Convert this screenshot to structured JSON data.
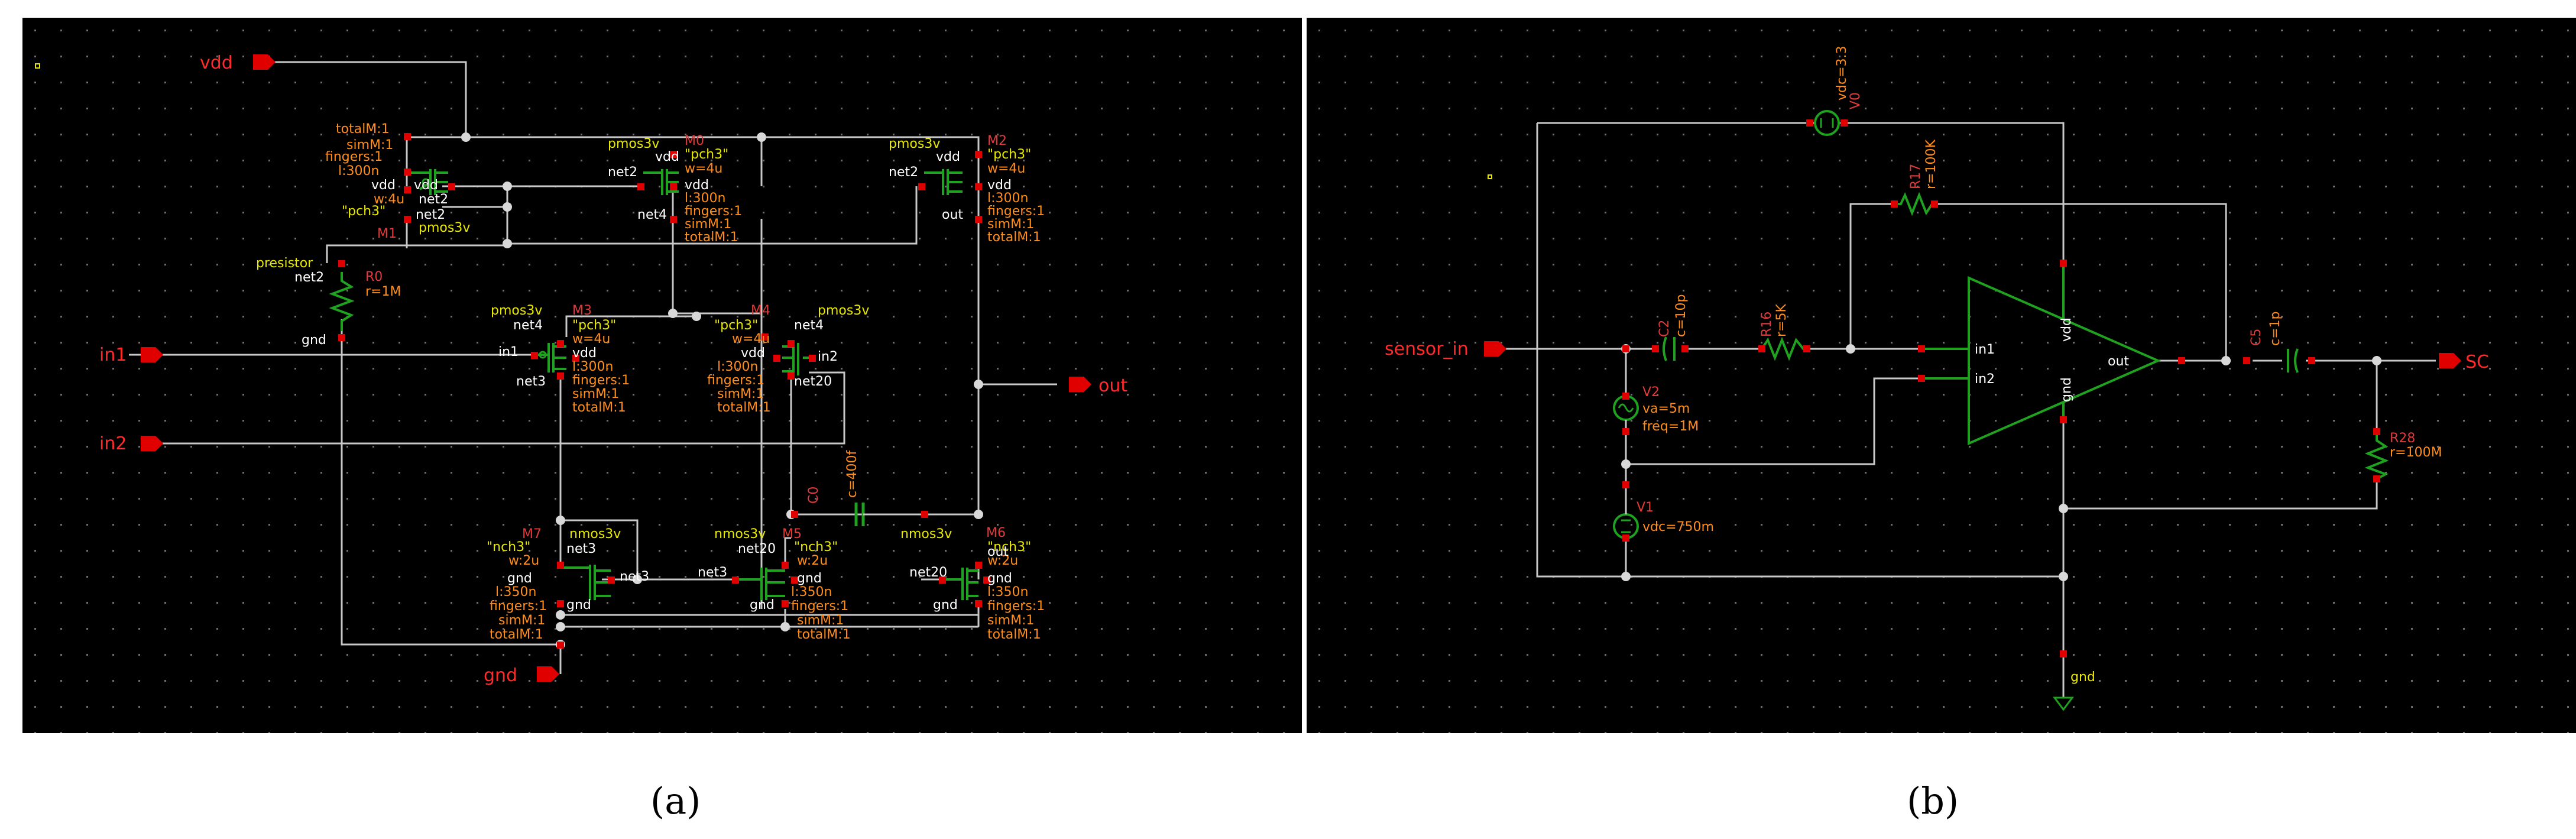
{
  "captions": {
    "a": "(a)",
    "b": "(b)"
  },
  "panel_a": {
    "ports": {
      "vdd": "vdd",
      "in1": "in1",
      "in2": "in2",
      "out": "out",
      "gnd": "gnd"
    },
    "m1": {
      "name": "M1",
      "type": "pmos3v",
      "model": "\"pch3\"",
      "w": "w:4u",
      "l": "l:300n",
      "fingers": "fingers:1",
      "simM": "simM:1",
      "totalM": "totalM:1",
      "d": "net2",
      "g": "net2",
      "s": "vdd",
      "b": "vdd"
    },
    "m2": {
      "name": "M2",
      "type": "pmos3v",
      "model": "\"pch3\"",
      "w": "w=4u",
      "l": "l:300n",
      "fingers": "fingers:1",
      "simM": "simM:1",
      "totalM": "totalM:1",
      "g": "net2",
      "s": "vdd",
      "b": "vdd",
      "d": "out"
    },
    "m0": {
      "name": "M0",
      "type": "pmos3v",
      "model": "\"pch3\"",
      "w": "w=4u",
      "l": "l:300n",
      "fingers": "fingers:1",
      "simM": "simM:1",
      "totalM": "totalM:1",
      "g": "net2",
      "s": "vdd",
      "b": "vdd",
      "d": "net4"
    },
    "m3": {
      "name": "M3",
      "type": "pmos3v",
      "model": "\"pch3\"",
      "w": "w=4u",
      "l": "l:300n",
      "fingers": "fingers:1",
      "simM": "simM:1",
      "totalM": "totalM:1",
      "s": "net4",
      "g": "in1",
      "b": "vdd",
      "d": "net3"
    },
    "m4": {
      "name": "M4",
      "type": "pmos3v",
      "model": "\"pch3\"",
      "w": "w=4u",
      "l": "l:300n",
      "fingers": "fingers:1",
      "simM": "simM:1",
      "totalM": "totalM:1",
      "s": "net4",
      "g": "in2",
      "b": "vdd",
      "d": "net20"
    },
    "m7": {
      "name": "M7",
      "type": "nmos3v",
      "model": "\"nch3\"",
      "w": "w:2u",
      "l": "l:350n",
      "fingers": "fingers:1",
      "simM": "simM:1",
      "totalM": "totalM:1",
      "d": "net3",
      "g": "net3",
      "s": "gnd",
      "b": "gnd"
    },
    "m5": {
      "name": "M5",
      "type": "nmos3v",
      "model": "\"nch3\"",
      "w": "w:2u",
      "l": "l:350n",
      "fingers": "fingers:1",
      "simM": "simM:1",
      "totalM": "totalM:1",
      "d": "net20",
      "g": "net3",
      "s": "gnd",
      "b": "gnd"
    },
    "m6": {
      "name": "M6",
      "type": "nmos3v",
      "model": "\"nch3\"",
      "w": "w:2u",
      "l": "l:350n",
      "fingers": "fingers:1",
      "simM": "simM:1",
      "totalM": "totalM:1",
      "d": "out",
      "g": "net20",
      "s": "gnd",
      "b": "gnd"
    },
    "r0": {
      "name": "R0",
      "type": "presistor",
      "value": "r=1M",
      "top": "net2",
      "bottom": "gnd"
    },
    "c0": {
      "name": "C0",
      "value": "c=400f"
    }
  },
  "panel_b": {
    "ports": {
      "sensor_in": "sensor_in",
      "sc": "SC",
      "gnd": "gnd"
    },
    "v0": {
      "name": "V0",
      "value": "vdc=3.3"
    },
    "r17": {
      "name": "R17",
      "value": "r=100K"
    },
    "c2": {
      "name": "C2",
      "value": "c=10p"
    },
    "r16": {
      "name": "R16",
      "value": "r=5K"
    },
    "c5": {
      "name": "C5",
      "value": "c=1p"
    },
    "r28": {
      "name": "R28",
      "value": "r=100M"
    },
    "v2": {
      "name": "V2",
      "va": "va=5m",
      "freq": "freq=1M"
    },
    "v1": {
      "name": "V1",
      "value": "vdc=750m"
    },
    "opamp": {
      "in1": "in1",
      "in2": "in2",
      "vdd": "vdd",
      "gnd": "gnd",
      "out": "out"
    }
  }
}
